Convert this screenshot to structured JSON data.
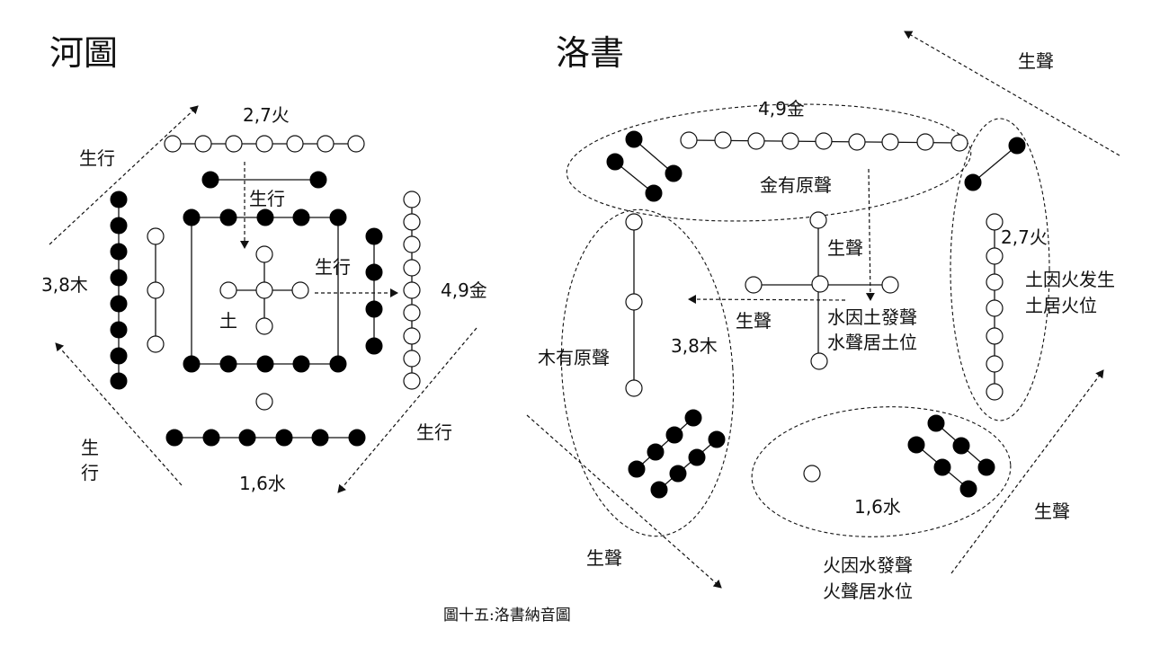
{
  "hetu": {
    "title": "河圖",
    "labels": {
      "fire": "2,7火",
      "wood": "3,8木",
      "metal": "4,9金",
      "water": "1,6水",
      "earth": "土"
    },
    "arrows": {
      "top_left": "生行",
      "inner_top": "生行",
      "inner_right": "生行",
      "bottom_left_line1": "生",
      "bottom_left_line2": "行",
      "bottom_right": "生行"
    }
  },
  "luoshu": {
    "title": "洛書",
    "labels": {
      "metal": "4,9金",
      "fire": "2,7火",
      "wood": "3,8木",
      "water": "1,6水",
      "metal_note": "金有原聲",
      "wood_note": "木有原聲",
      "center_note_1": "水因土發聲",
      "center_note_2": "水聲居土位",
      "fire_note_1": "土因火发生",
      "fire_note_2": "土居火位",
      "water_note_1": "火因水發聲",
      "water_note_2": "火聲居水位"
    },
    "arrows": {
      "top_right": "生聲",
      "center_down": "生聲",
      "center_left": "生聲",
      "bottom_left": "生聲",
      "bottom_right": "生聲"
    }
  },
  "caption": "圖十五:洛書納音圖"
}
